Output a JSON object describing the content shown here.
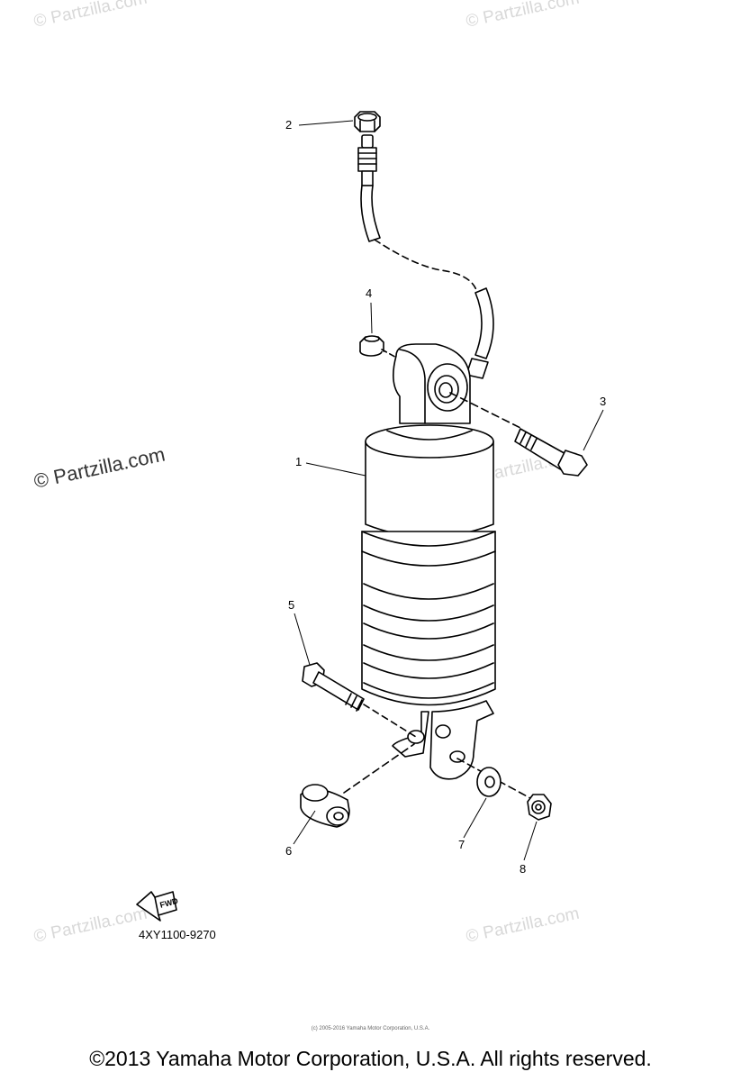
{
  "watermarks": [
    {
      "text": "© Partzilla.com"
    },
    {
      "text": "© Partzilla.com"
    },
    {
      "text": "© Partzilla.com"
    },
    {
      "text": "© Partzilla.com"
    },
    {
      "text": "© Partzilla.com"
    },
    {
      "text": "© Partzilla.com"
    }
  ],
  "callouts": [
    "1",
    "2",
    "3",
    "4",
    "5",
    "6",
    "7",
    "8"
  ],
  "fwd_label": "FWD",
  "diagram_code": "4XY1100-9270",
  "tiny_copyright": "(c) 2005-2016 Yamaha Motor Corporation, U.S.A.",
  "copyright": "©2013 Yamaha Motor Corporation, U.S.A. All rights reserved."
}
